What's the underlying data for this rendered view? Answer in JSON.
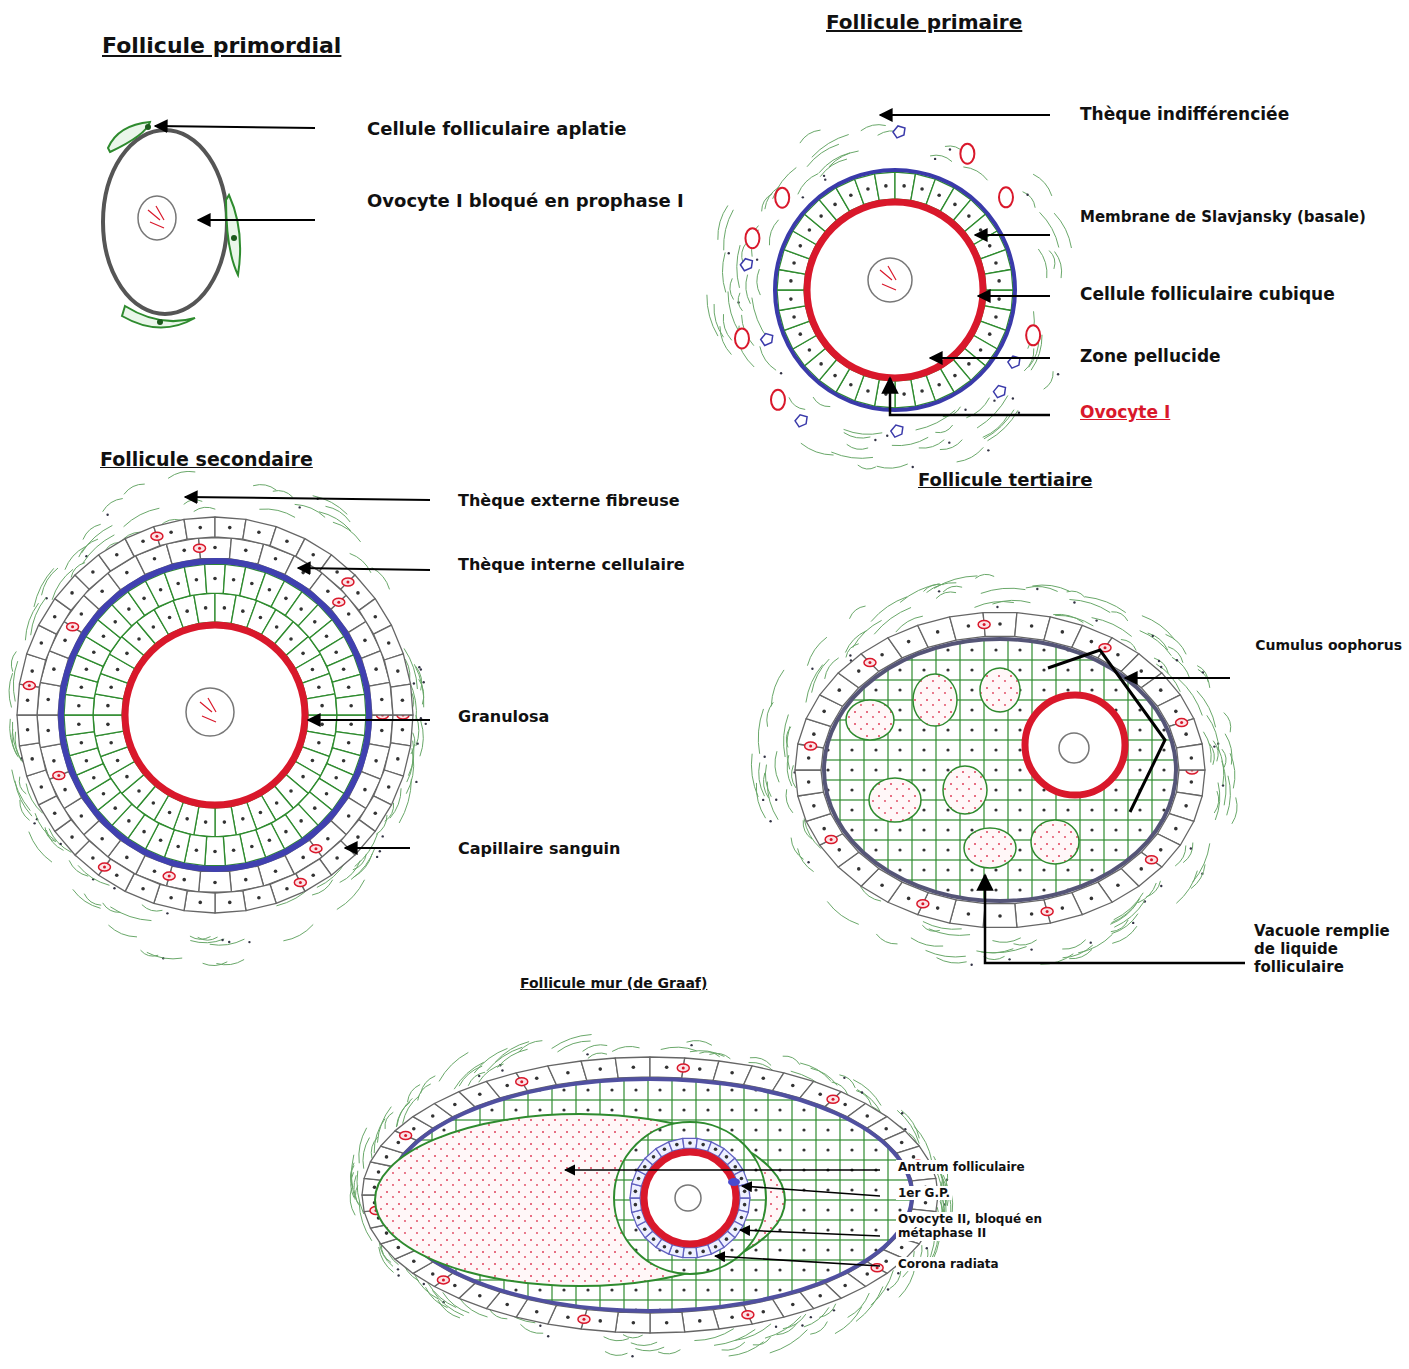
{
  "diagram": {
    "labels": [
      "Follicule primordial",
      "Cellule folliculaire aplatie",
      "Ovocyte I bloqué en prophase I",
      "Follicule primaire",
      "Thèque indifférenciée",
      "Membrane de Slavjansky (basale)",
      "Cellule folliculaire cubique",
      "Zone pellucide",
      "Ovocyte I",
      "Follicule secondaire",
      "Thèque externe fibreuse",
      "Thèque interne cellulaire",
      "Granulosa",
      "Capillaire sanguin",
      "Follicule tertiaire",
      "Cumulus oophorus",
      "Vacuole remplie de liquide folliculaire",
      "Follicule mur (de Graaf)",
      "Antrum folliculaire",
      "1er G.P.",
      "Ovocyte II, bloqué en métaphase II",
      "Corona radiata"
    ]
  }
}
